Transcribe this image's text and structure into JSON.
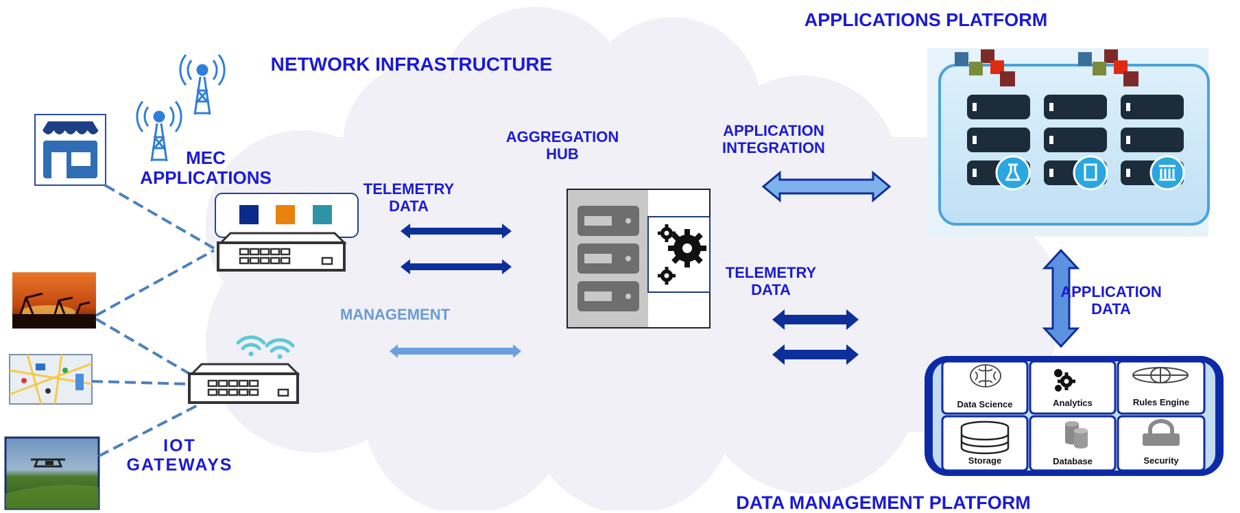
{
  "titles": {
    "network": "NETWORK INFRASTRUCTURE",
    "applications_platform": "APPLICATIONS PLATFORM",
    "data_management_platform": "DATA MANAGEMENT PLATFORM"
  },
  "labels": {
    "mec": [
      "MEC",
      "APPLICATIONS"
    ],
    "iot": [
      "IOT",
      "GATEWAYS"
    ],
    "aggregation": [
      "AGGREGATION",
      "HUB"
    ],
    "telemetry_left": [
      "TELEMETRY",
      "DATA"
    ],
    "management": "MANAGEMENT",
    "application_integration": [
      "APPLICATION",
      "INTEGRATION"
    ],
    "telemetry_right": [
      "TELEMETRY",
      "DATA"
    ],
    "application_data": [
      "APPLICATION",
      "DATA"
    ]
  },
  "dm_modules": [
    "Data Science",
    "Analytics",
    "Rules Engine",
    "Storage",
    "Database",
    "Security"
  ],
  "colors": {
    "cloud": "#f1f0f6",
    "label_blue": "#1a1ad6",
    "management_blue": "#6a9bd1",
    "arrow_dark": "#0d2f9a",
    "arrow_light": "#6c9fe0",
    "dashed_line": "#4a80c0",
    "app_panel": "#cfe8f8",
    "server_dark": "#1c2c3a",
    "mec_square_1": "#0a2a8c",
    "mec_square_2": "#e8820c",
    "mec_square_3": "#2f93a8",
    "wifi": "#5cc9d6"
  },
  "icons": [
    "store-icon",
    "cell-tower-icon",
    "oil-field-photo",
    "map-photo",
    "drone-field-photo",
    "wifi-icon",
    "switch-icon",
    "server-rack-icon",
    "gears-icon",
    "brain-icon",
    "globe-icon",
    "storage-icon",
    "database-icon",
    "lock-icon"
  ]
}
